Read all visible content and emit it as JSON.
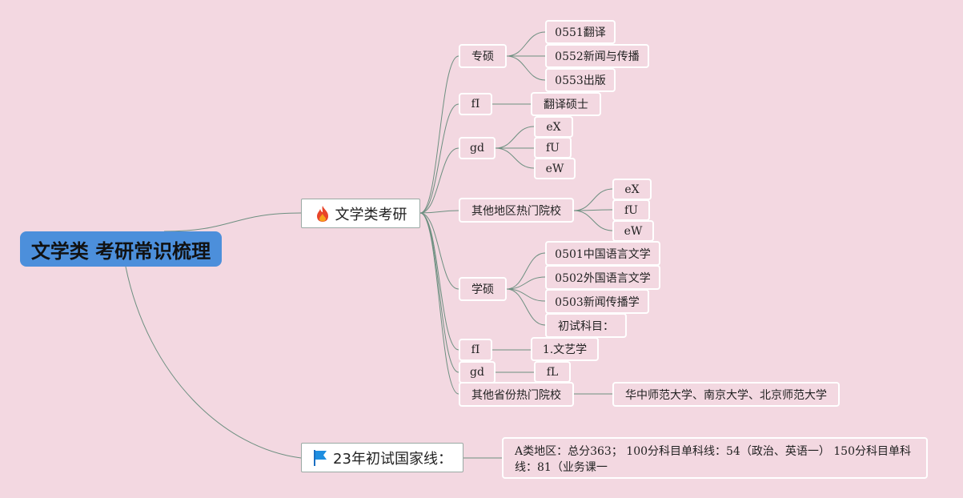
{
  "root": {
    "label": "文学类 考研常识梳理"
  },
  "branch1": {
    "label": "文学类考研",
    "icon": "fire-icon",
    "children": [
      {
        "label": "专硕",
        "children": [
          "0551翻译",
          "0552新闻与传播",
          "0553出版"
        ]
      },
      {
        "label": "fI",
        "children": [
          "翻译硕士"
        ]
      },
      {
        "label": "gd",
        "children": [
          "eX",
          "fU",
          "eW"
        ]
      },
      {
        "label": "其他地区热门院校",
        "children": [
          "eX",
          "fU",
          "eW"
        ]
      },
      {
        "label": "学硕",
        "children": [
          "0501中国语言文学",
          "0502外国语言文学",
          "0503新闻传播学",
          "初试科目："
        ]
      },
      {
        "label": "fI",
        "children": [
          "1.文艺学"
        ]
      },
      {
        "label": "gd",
        "children": [
          "fL"
        ]
      },
      {
        "label": "其他省份热门院校",
        "children": [
          "华中师范大学、南京大学、北京师范大学"
        ]
      }
    ]
  },
  "branch2": {
    "label": "23年初试国家线：",
    "icon": "flag-icon",
    "note": "A类地区：总分363； 100分科目单科线：54（政治、英语一） 150分科目单科线：81（业务课一"
  },
  "colors": {
    "background": "#f3d8e1",
    "root": "#4c8fdb",
    "edge": "#6d8f80"
  }
}
